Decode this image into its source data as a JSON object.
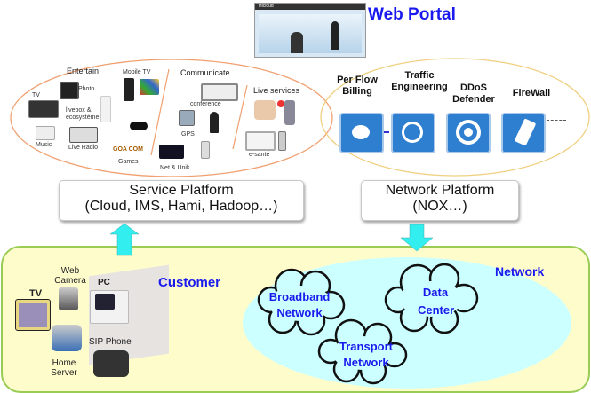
{
  "web_portal": {
    "title": "Web Portal",
    "screenshot_brand": "Hicloud",
    "title_color": "#1a1aee"
  },
  "services_cluster": {
    "entertain": {
      "heading": "Entertain",
      "items": [
        "TV",
        "Photo",
        "livebox & ecosystème",
        "Music",
        "Live Radio",
        "Mobile TV",
        "Games"
      ],
      "games_brand": "GOA COM"
    },
    "communicate": {
      "heading": "Communicate",
      "items": [
        "conférence",
        "GPS",
        "Net & Unik"
      ]
    },
    "live_services": {
      "heading": "Live services",
      "items": [
        "e-santé"
      ]
    }
  },
  "network_functions": [
    {
      "label": "Per Flow\nBilling",
      "icon": "billing-icon"
    },
    {
      "label": "Traffic\nEngineering",
      "icon": "traffic-engineering-icon"
    },
    {
      "label": "DDoS\nDefender",
      "icon": "ddos-defender-icon"
    },
    {
      "label": "FireWall",
      "icon": "firewall-icon"
    }
  ],
  "service_platform": {
    "line1": "Service Platform",
    "line2": "(Cloud, IMS, Hami, Hadoop…)"
  },
  "network_platform": {
    "line1": "Network Platform",
    "line2": "(NOX…)"
  },
  "customer": {
    "title": "Customer",
    "devices": [
      "TV",
      "Web Camera",
      "PC",
      "Home Server",
      "SIP Phone"
    ]
  },
  "network": {
    "title": "Network",
    "clouds": [
      "Broadband Network",
      "Data Center",
      "Transport Network"
    ]
  },
  "colors": {
    "label_blue": "#1a1aee",
    "arrow_cyan": "#33eeee",
    "bottom_panel_bg": "#fffccc",
    "bottom_panel_border": "#99cc55",
    "cloud_bg": "#ccffff",
    "services_ellipse": "#f0a070",
    "network_ellipse": "#f0d080",
    "nf_icon_blue": "#2f7fd0"
  }
}
